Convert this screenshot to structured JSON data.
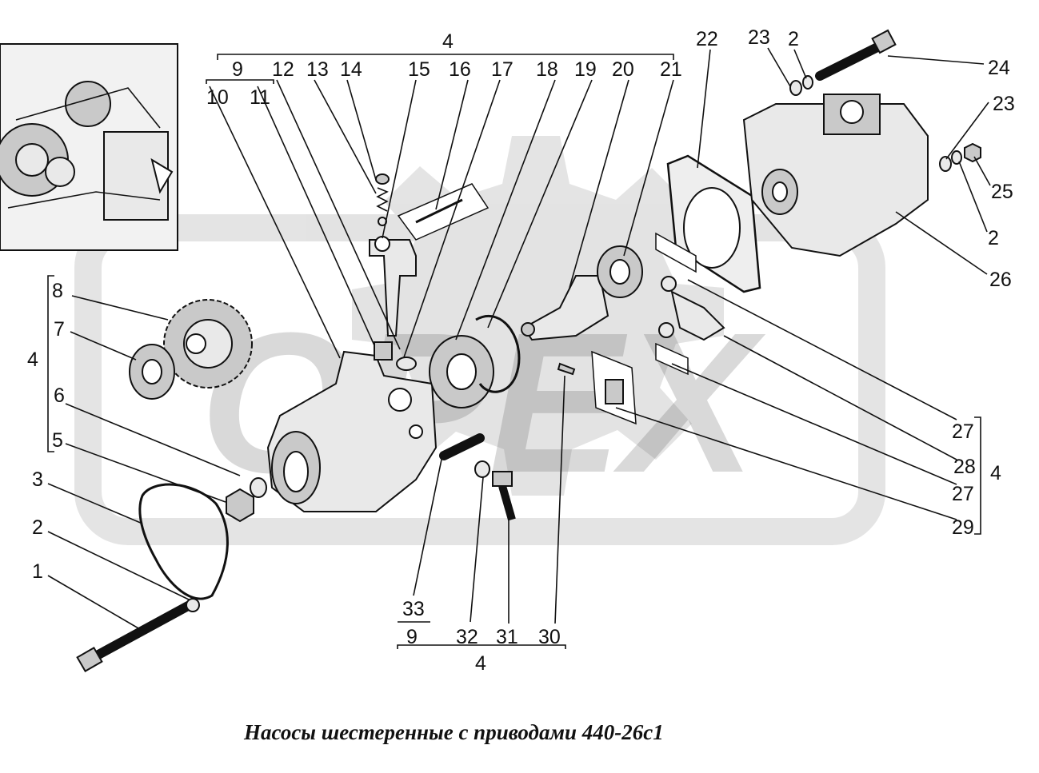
{
  "caption": "Насосы шестеренные с приводами 440-26с1",
  "watermark": "ОРЕХ",
  "group_labels": {
    "top_group": "4",
    "top_sub_9": "9",
    "left_group": "4",
    "right_group": "4",
    "bottom_group": "4",
    "bottom_sub_9": "9",
    "bottom_sub_33": "33"
  },
  "callouts": [
    "1",
    "2",
    "3",
    "5",
    "6",
    "7",
    "8",
    "10",
    "11",
    "12",
    "13",
    "14",
    "15",
    "16",
    "17",
    "18",
    "19",
    "20",
    "21",
    "22",
    "23",
    "2",
    "24",
    "23",
    "25",
    "2",
    "26",
    "27",
    "28",
    "27",
    "29",
    "30",
    "31",
    "32"
  ]
}
